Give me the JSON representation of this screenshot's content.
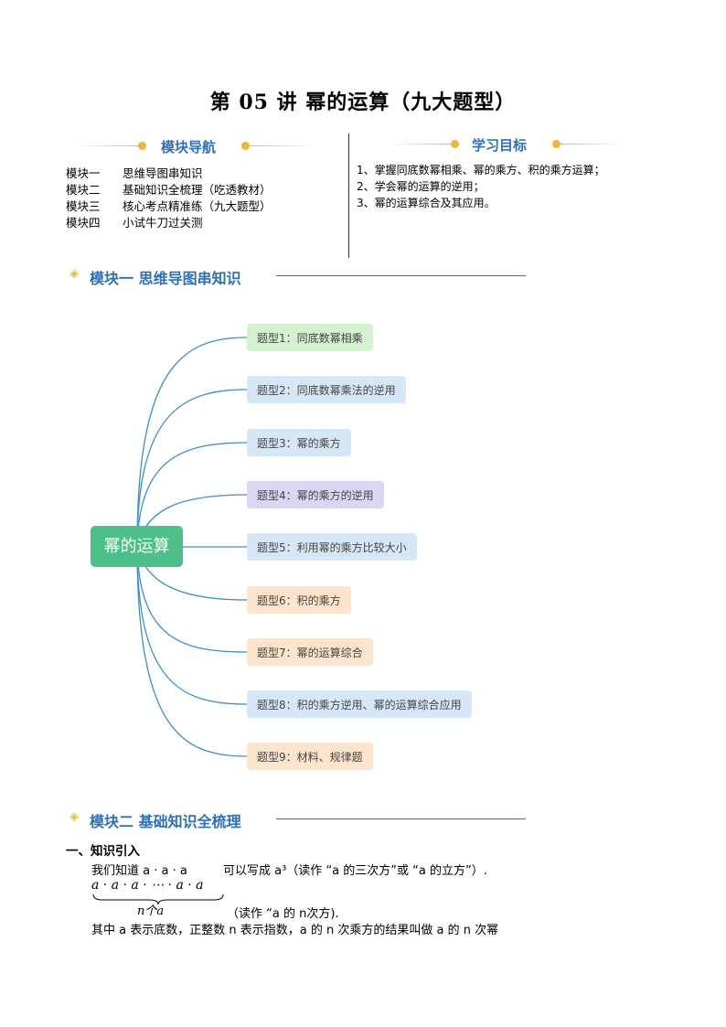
{
  "title": "第 05 讲 幂的运算（九大题型）",
  "nav": {
    "heading": "模块导航",
    "items": [
      {
        "key": "模块一",
        "text": "思维导图串知识"
      },
      {
        "key": "模块二",
        "text": "基础知识全梳理（吃透教材）"
      },
      {
        "key": "模块三",
        "text": "核心考点精准练（九大题型）"
      },
      {
        "key": "模块四",
        "text": "小试牛刀过关测"
      }
    ]
  },
  "goals": {
    "heading": "学习目标",
    "items": [
      "1、掌握同底数幂相乘、幂的乘方、积的乘方运算；",
      "2、学会幂的运算的逆用；",
      "3、幂的运算综合及其应用。"
    ]
  },
  "module1": {
    "title": "模块一 思维导图串知识",
    "root": "幂的运算",
    "nodes": [
      {
        "label": "题型1：同底数幂相乘",
        "color": "#d5f2d0"
      },
      {
        "label": "题型2：同底数幂乘法的逆用",
        "color": "#d6e8f7"
      },
      {
        "label": "题型3：幂的乘方",
        "color": "#d6e8f7"
      },
      {
        "label": "题型4：幂的乘方的逆用",
        "color": "#dcd6f5"
      },
      {
        "label": "题型5：利用幂的乘方比较大小",
        "color": "#d6e8f7"
      },
      {
        "label": "题型6：积的乘方",
        "color": "#fce5cc"
      },
      {
        "label": "题型7：幂的运算综合",
        "color": "#fce5cc"
      },
      {
        "label": "题型8：积的乘方逆用、幂的运算综合应用",
        "color": "#d6e8f7"
      },
      {
        "label": "题型9：材料、规律题",
        "color": "#fce5cc"
      }
    ]
  },
  "module2": {
    "title": "模块二 基础知识全梳理",
    "subheading": "一、知识引入",
    "line1_a": "我们知道 a · a · a",
    "line1_b": "可以写成 a³（读作 “a 的三次方”或 “a 的立方”）.",
    "formula_top": "a · a · a · ⋯ · a · a",
    "formula_bottom": "n个a",
    "line2": "（读作 “a 的 n次方).",
    "line3": "其中 a 表示底数，正整数 n 表示指数，a 的 n 次乘方的结果叫做 a 的 n 次幂"
  }
}
